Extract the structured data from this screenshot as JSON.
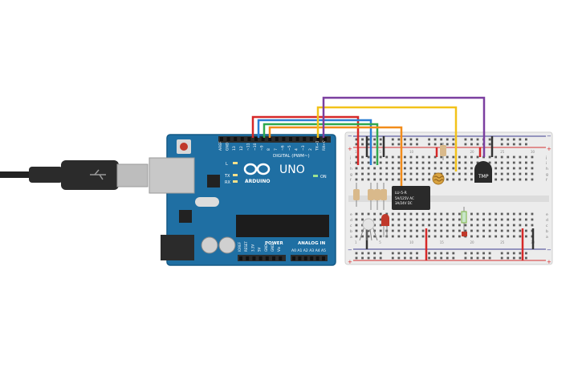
{
  "colors": {
    "board": "#1f6fa3",
    "board_edge": "#155a86",
    "header": "#2b2b2b",
    "breadboard": "#ececec",
    "rail_red": "#d32f2f",
    "rail_blue": "#3b3b8f",
    "wire_red": "#d62828",
    "wire_blue": "#2a7fd4",
    "wire_green": "#2fa84f",
    "wire_orange": "#f28c1a",
    "wire_yellow": "#f2c21a",
    "wire_purple": "#7b3fa0",
    "wire_black": "#333333",
    "led": "#c0392b",
    "relay": "#2a2a2a",
    "usb_cable": "#2b2b2b"
  },
  "arduino": {
    "logo_text": "UNO",
    "brand": "ARDUINO",
    "digital_label": "DIGITAL (PWM~)",
    "power_label": "POWER",
    "analog_label": "ANALOG IN",
    "reset_label": "RESET",
    "led_l": "L",
    "led_tx": "TX",
    "led_rx": "RX",
    "led_on": "ON",
    "top_pins": [
      "AREF",
      "GND",
      "13",
      "12",
      "~11",
      "~10",
      "~9",
      "8",
      "7",
      "~6",
      "~5",
      "4",
      "~3",
      "2",
      "TX→1",
      "RX←0"
    ],
    "power_pins": [
      "IOREF",
      "RESET",
      "3.3V",
      "5V",
      "GND",
      "GND",
      "Vin"
    ],
    "analog_pins": [
      "A0",
      "A1",
      "A2",
      "A3",
      "A4",
      "A5"
    ]
  },
  "breadboard": {
    "row_letters_left": [
      "a",
      "b",
      "c",
      "d",
      "e",
      "f",
      "g",
      "h",
      "i",
      "j"
    ],
    "row_letters_right": [
      "j",
      "i",
      "h",
      "g",
      "f",
      "e",
      "d",
      "c",
      "b",
      "a"
    ],
    "rail_plus": "+",
    "rail_minus": "−",
    "col_numbers": [
      "1",
      "5",
      "10",
      "15",
      "20",
      "25",
      "30"
    ]
  },
  "components": {
    "relay_line1": "LU-5-R",
    "relay_line2": "5A/125V AC",
    "relay_line3": "3A/24V DC",
    "tmp_label": "TMP"
  }
}
